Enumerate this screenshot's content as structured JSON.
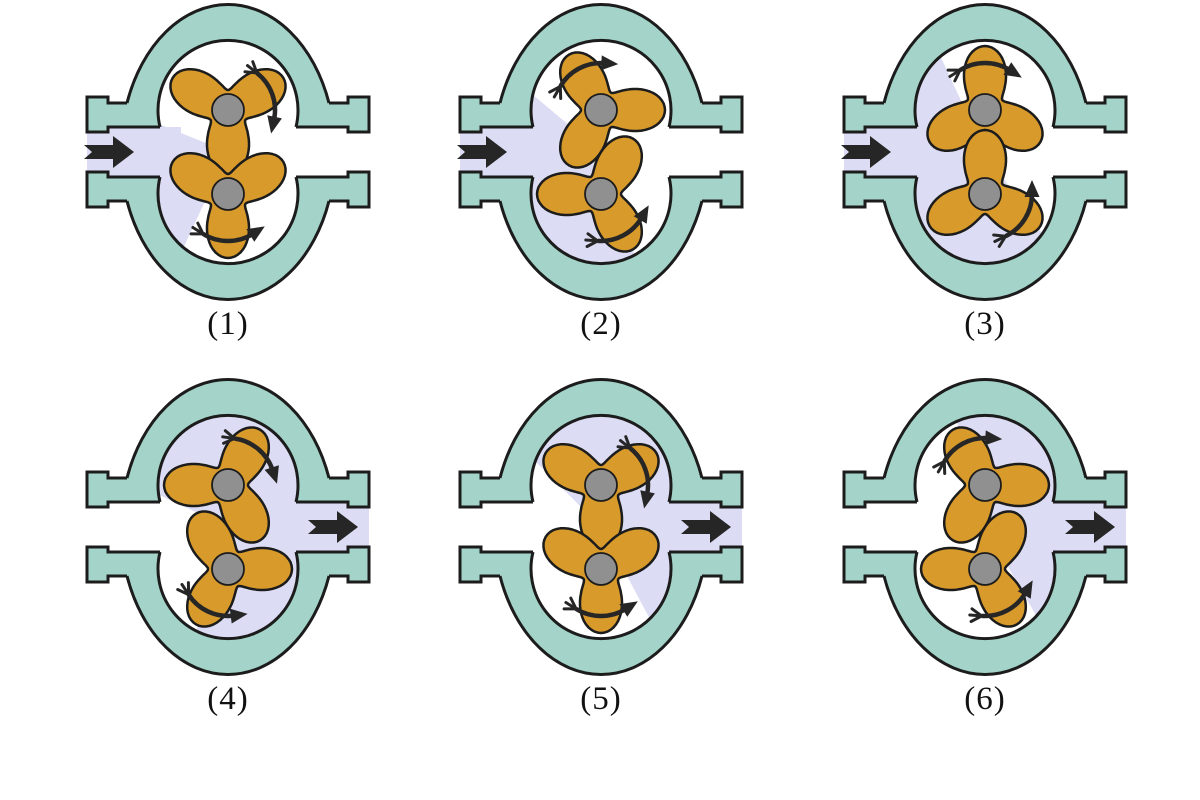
{
  "figure": {
    "title": "lobe-pump-operation-sequence",
    "colors": {
      "casing": "#a4d4c9",
      "fluid": "#dcdcf4",
      "rotor": "#d89a2b",
      "hub": "#909090",
      "outline": "#1c1c1c",
      "arrow": "#262626",
      "background": "#ffffff"
    },
    "panels": [
      {
        "label": "(1)",
        "flow": "suction",
        "fluid_sector": [
          205,
          292
        ],
        "rotor_top": {
          "rot": 60,
          "arrow_mid": 70
        },
        "rotor_bottom": {
          "rot": 60,
          "arrow_mid": 180
        }
      },
      {
        "label": "(2)",
        "flow": "suction",
        "fluid_sector": [
          162,
          310
        ],
        "rotor_top": {
          "rot": 90,
          "arrow_mid": 332
        },
        "rotor_bottom": {
          "rot": 30,
          "arrow_mid": 152
        }
      },
      {
        "label": "(3)",
        "flow": "suction",
        "fluid_sector": [
          145,
          335
        ],
        "rotor_top": {
          "rot": 0,
          "arrow_mid": 0
        },
        "rotor_bottom": {
          "rot": 0,
          "arrow_mid": 122
        }
      },
      {
        "label": "(4)",
        "flow": "discharge",
        "fluid_sector": [
          295,
          197
        ],
        "rotor_top": {
          "rot": 30,
          "arrow_mid": 40
        },
        "rotor_bottom": {
          "rot": 90,
          "arrow_mid": 205
        }
      },
      {
        "label": "(5)",
        "flow": "discharge",
        "fluid_sector": [
          315,
          152
        ],
        "rotor_top": {
          "rot": 60,
          "arrow_mid": 70
        },
        "rotor_bottom": {
          "rot": 60,
          "arrow_mid": 180
        }
      },
      {
        "label": "(6)",
        "flow": "discharge",
        "fluid_sector": [
          345,
          150
        ],
        "rotor_top": {
          "rot": 90,
          "arrow_mid": 332
        },
        "rotor_bottom": {
          "rot": 30,
          "arrow_mid": 152
        }
      }
    ]
  }
}
